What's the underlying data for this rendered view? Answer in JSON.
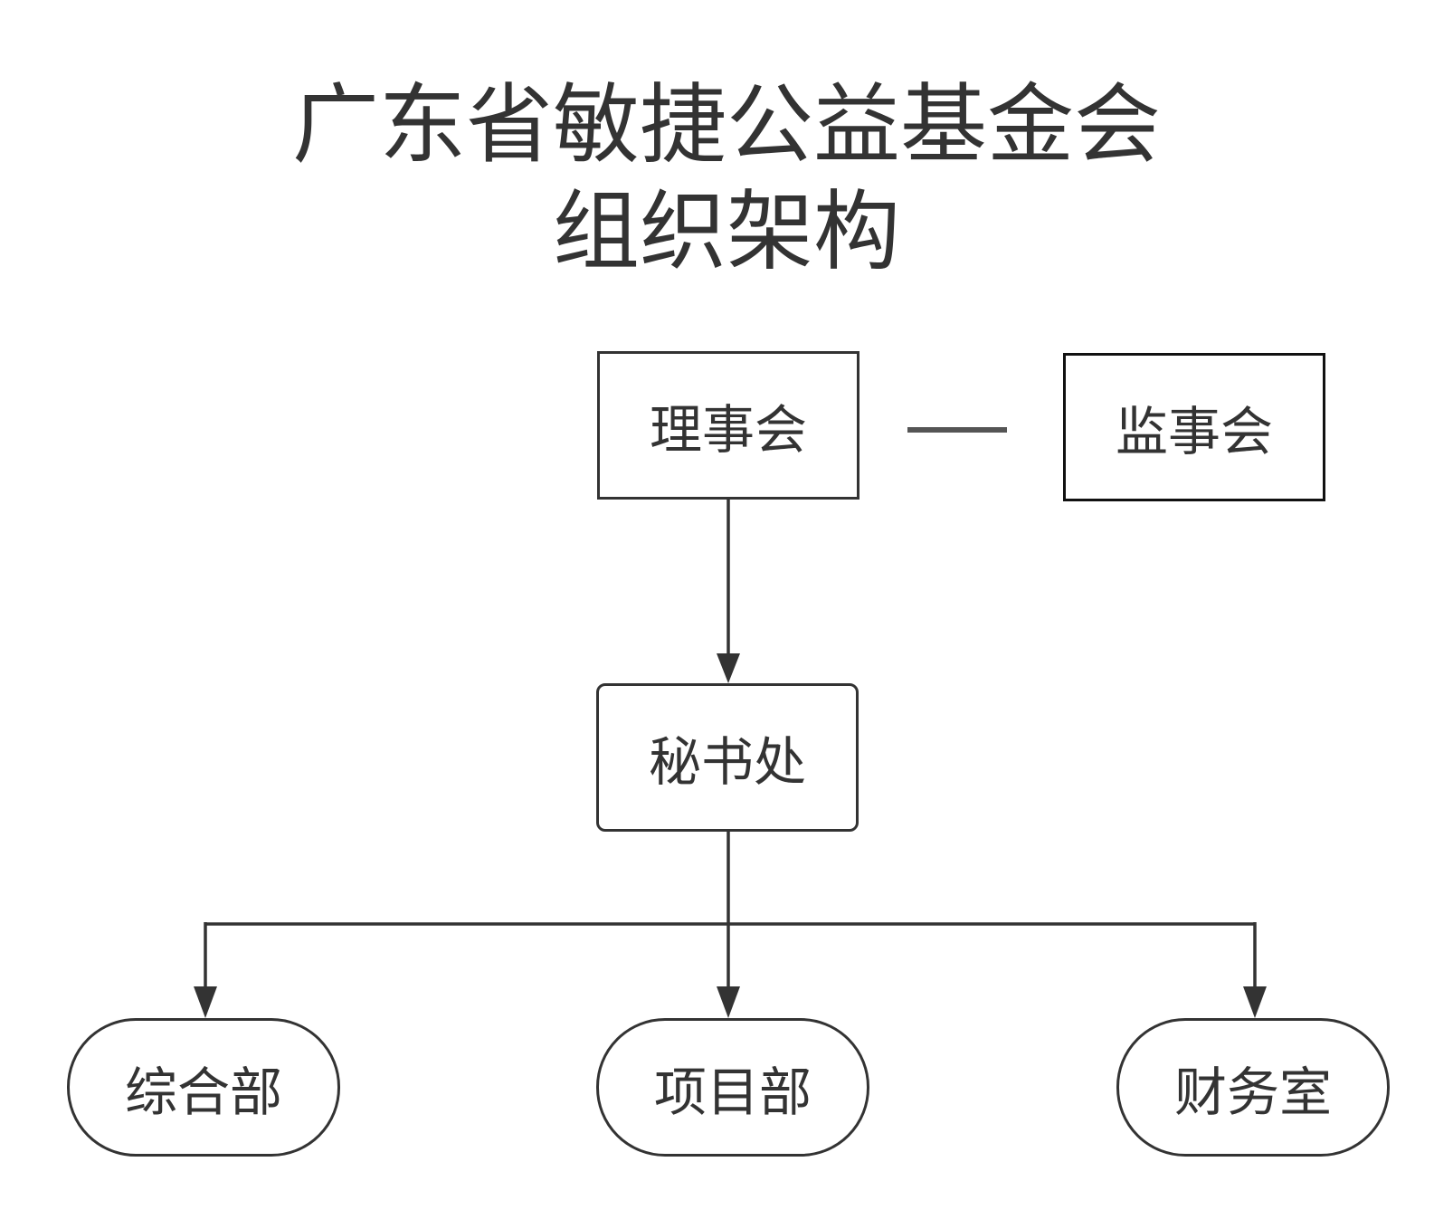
{
  "title": {
    "line1": "广东省敏捷公益基金会",
    "line2": "组织架构"
  },
  "nodes": {
    "board": "理事会",
    "supervisors": "监事会",
    "secretariat": "秘书处",
    "general_dept": "综合部",
    "project_dept": "项目部",
    "finance_office": "财务室"
  },
  "colors": {
    "stroke": "#333333",
    "text": "#333333",
    "background": "#ffffff"
  }
}
